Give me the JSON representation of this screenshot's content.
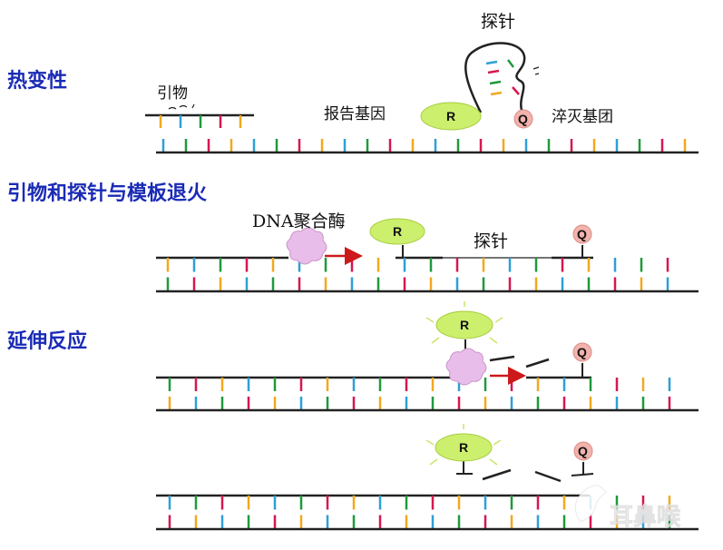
{
  "stages": {
    "denature": "热变性",
    "anneal": "引物和探针与模板退火",
    "extend": "延伸反应"
  },
  "labels": {
    "primer": "引物",
    "probe_top": "探针",
    "reporter": "报告基因",
    "quencher": "淬灭基团",
    "polymerase": "DNA聚合酶",
    "probe_mid": "探针"
  },
  "badges": {
    "reporter": "R",
    "quencher": "Q"
  },
  "colors": {
    "stage_text": "#1a2bb5",
    "strand": "#222222",
    "reporter_fill": "#ccef6e",
    "quencher_fill": "#f2b3ad",
    "polymerase_fill": "#e9bde9",
    "arrow": "#cc1a1a",
    "base_palette": [
      "#f2a81e",
      "#2e9fd7",
      "#1e9a3c",
      "#d6174f"
    ]
  },
  "watermark": "耳鼻喉"
}
